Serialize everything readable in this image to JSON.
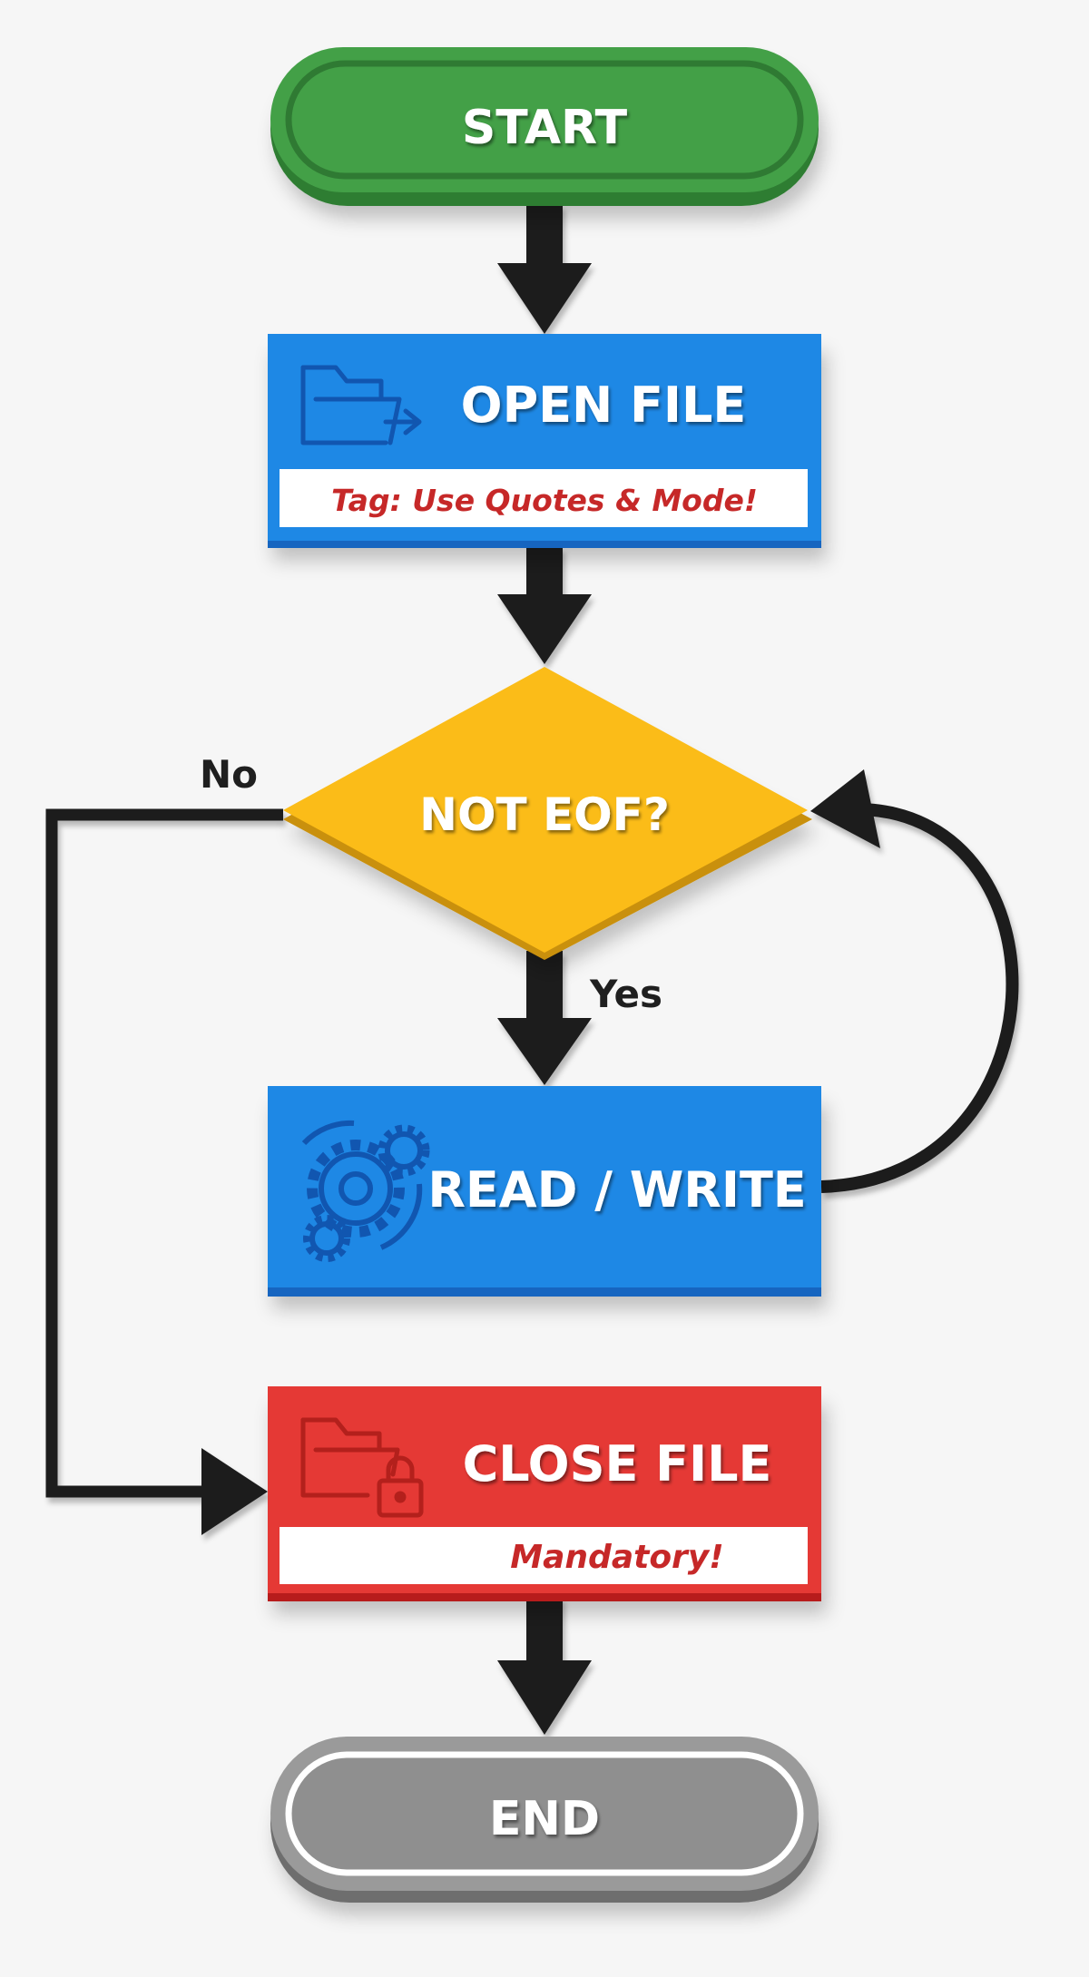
{
  "diagram": {
    "colors": {
      "start": "#43a047",
      "process": "#1e88e5",
      "decision": "#fbbc18",
      "close": "#e53935",
      "end": "#8f8f8f",
      "arrow": "#1c1c1c",
      "note_text": "#c62828",
      "note_bg": "#ffffff"
    },
    "nodes": {
      "start": {
        "label": "START",
        "shape": "terminator"
      },
      "open_file": {
        "label": "OPEN FILE",
        "note": "Tag: Use Quotes & Mode!",
        "icon": "folder-arrow-icon"
      },
      "not_eof": {
        "label": "NOT EOF?",
        "shape": "diamond"
      },
      "read_write": {
        "label": "READ / WRITE",
        "icon": "gears-icon"
      },
      "close_file": {
        "label": "CLOSE FILE",
        "note": "Mandatory!",
        "icon": "folder-lock-icon"
      },
      "end": {
        "label": "END",
        "shape": "terminator"
      }
    },
    "edges": {
      "no": "No",
      "yes": "Yes"
    }
  }
}
